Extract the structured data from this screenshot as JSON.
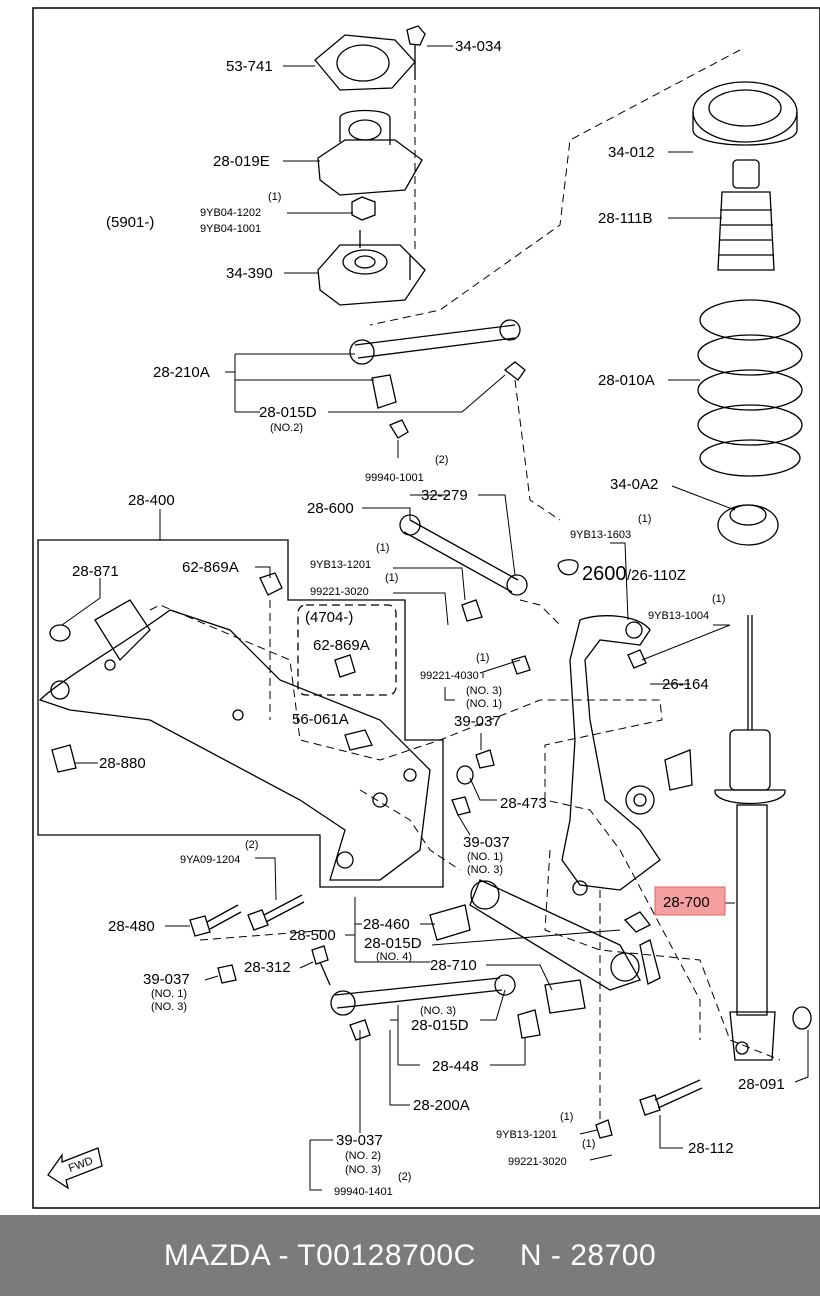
{
  "diagram": {
    "labels": {
      "l53_741": "53-741",
      "l34_034": "34-034",
      "l28_019E": "28-019E",
      "l5901": "(5901-)",
      "n1a": "(1)",
      "l9YB04_1202": "9YB04-1202",
      "l9YB04_1001": "9YB04-1001",
      "l34_390": "34-390",
      "l34_012": "34-012",
      "l28_111B": "28-111B",
      "l28_210A": "28-210A",
      "l28_015D_a": "28-015D",
      "no2a": "(NO.2)",
      "l28_010A": "28-010A",
      "n2a": "(2)",
      "l99940_1001": "99940-1001",
      "l34_0A2": "34-0A2",
      "l28_400": "28-400",
      "l28_600": "28-600",
      "l32_279": "32-279",
      "n1b": "(1)",
      "l9YB13_1603": "9YB13-1603",
      "l28_871": "28-871",
      "l62_869A_a": "62-869A",
      "n1c": "(1)",
      "l9YB13_1201_a": "9YB13-1201",
      "n1d": "(1)",
      "l99221_3020_a": "99221-3020",
      "l2600": "2600",
      "l26_110Z": "/26-110Z",
      "l4704": "(4704-)",
      "l62_869A_b": "62-869A",
      "n1e": "(1)",
      "l9YB13_1004": "9YB13-1004",
      "n1f": "(1)",
      "l99221_4030": "99221-4030",
      "no3a": "(NO. 3)",
      "no1a": "(NO. 1)",
      "l26_164": "26-164",
      "l56_061A": "56-061A",
      "l39_037_a": "39-037",
      "l28_880": "28-880",
      "l28_473": "28-473",
      "l39_037_b": "39-037",
      "no1b": "(NO. 1)",
      "no3b": "(NO. 3)",
      "n2b": "(2)",
      "l9YA09_1204": "9YA09-1204",
      "l28_700": "28-700",
      "l28_480": "28-480",
      "l28_460": "28-460",
      "l28_500": "28-500",
      "l28_015D_b": "28-015D",
      "no4": "(NO. 4)",
      "l39_037_c": "39-037",
      "l28_312": "28-312",
      "l28_710": "28-710",
      "no1c": "(NO. 1)",
      "no3c": "(NO. 3)",
      "no3d": "(NO. 3)",
      "l28_015D_c": "28-015D",
      "l28_448": "28-448",
      "l28_091": "28-091",
      "l28_200A": "28-200A",
      "n1g": "(1)",
      "l9YB13_1201_b": "9YB13-1201",
      "n1h": "(1)",
      "l99221_3020_b": "99221-3020",
      "l28_112": "28-112",
      "l39_037_d": "39-037",
      "no2b": "(NO. 2)",
      "no3e": "(NO. 3)",
      "n2c": "(2)",
      "l99940_1401": "99940-1401",
      "fwd": "FWD"
    },
    "highlight_color": "#f4a0a0"
  },
  "footer": {
    "text": "MAZDA - T00128700C     N - 28700",
    "background": "#7b7b7b"
  }
}
